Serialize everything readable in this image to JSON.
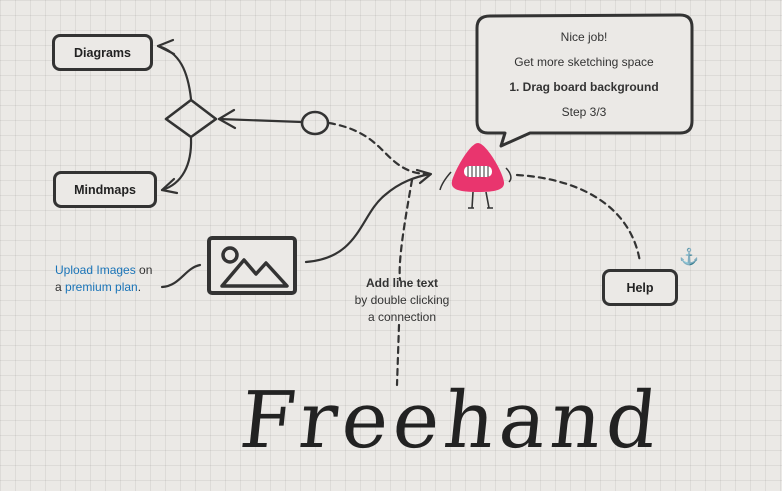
{
  "boxes": {
    "diagrams": "Diagrams",
    "mindmaps": "Mindmaps",
    "help": "Help"
  },
  "bubble": {
    "line1": "Nice job!",
    "line2": "Get more sketching space",
    "line3": "1. Drag board background",
    "line4": "Step 3/3"
  },
  "upload": {
    "link1": "Upload Images",
    "text1": " on",
    "text2": "a ",
    "link2": "premium plan",
    "text3": "."
  },
  "line_text": {
    "title": "Add line text",
    "line2": "by double clicking",
    "line3": "a connection"
  },
  "freehand": "Freehand",
  "colors": {
    "mascot": "#e9356e",
    "link": "#1a74b8",
    "anchor": "#128a43",
    "ink": "#333333",
    "canvas": "#ebe9e6"
  },
  "icons": [
    "image-icon",
    "anchor-icon",
    "diamond-shape",
    "circle-shape",
    "mascot"
  ]
}
